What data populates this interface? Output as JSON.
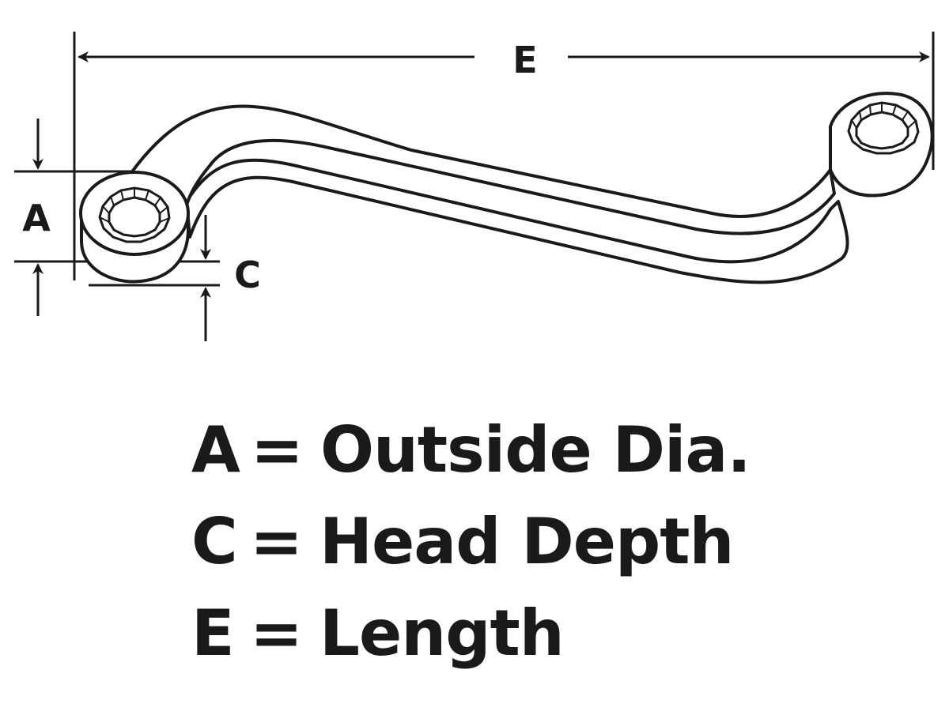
{
  "diagram": {
    "labels": {
      "a": "A",
      "c": "C",
      "e": "E"
    }
  },
  "legend": [
    {
      "key": "A",
      "equals": "=",
      "description": "Outside Dia."
    },
    {
      "key": "C",
      "equals": "=",
      "description": "Head Depth"
    },
    {
      "key": "E",
      "equals": "=",
      "description": "Length"
    }
  ],
  "colors": {
    "ink": "#1a1a1a",
    "background": "#ffffff"
  }
}
